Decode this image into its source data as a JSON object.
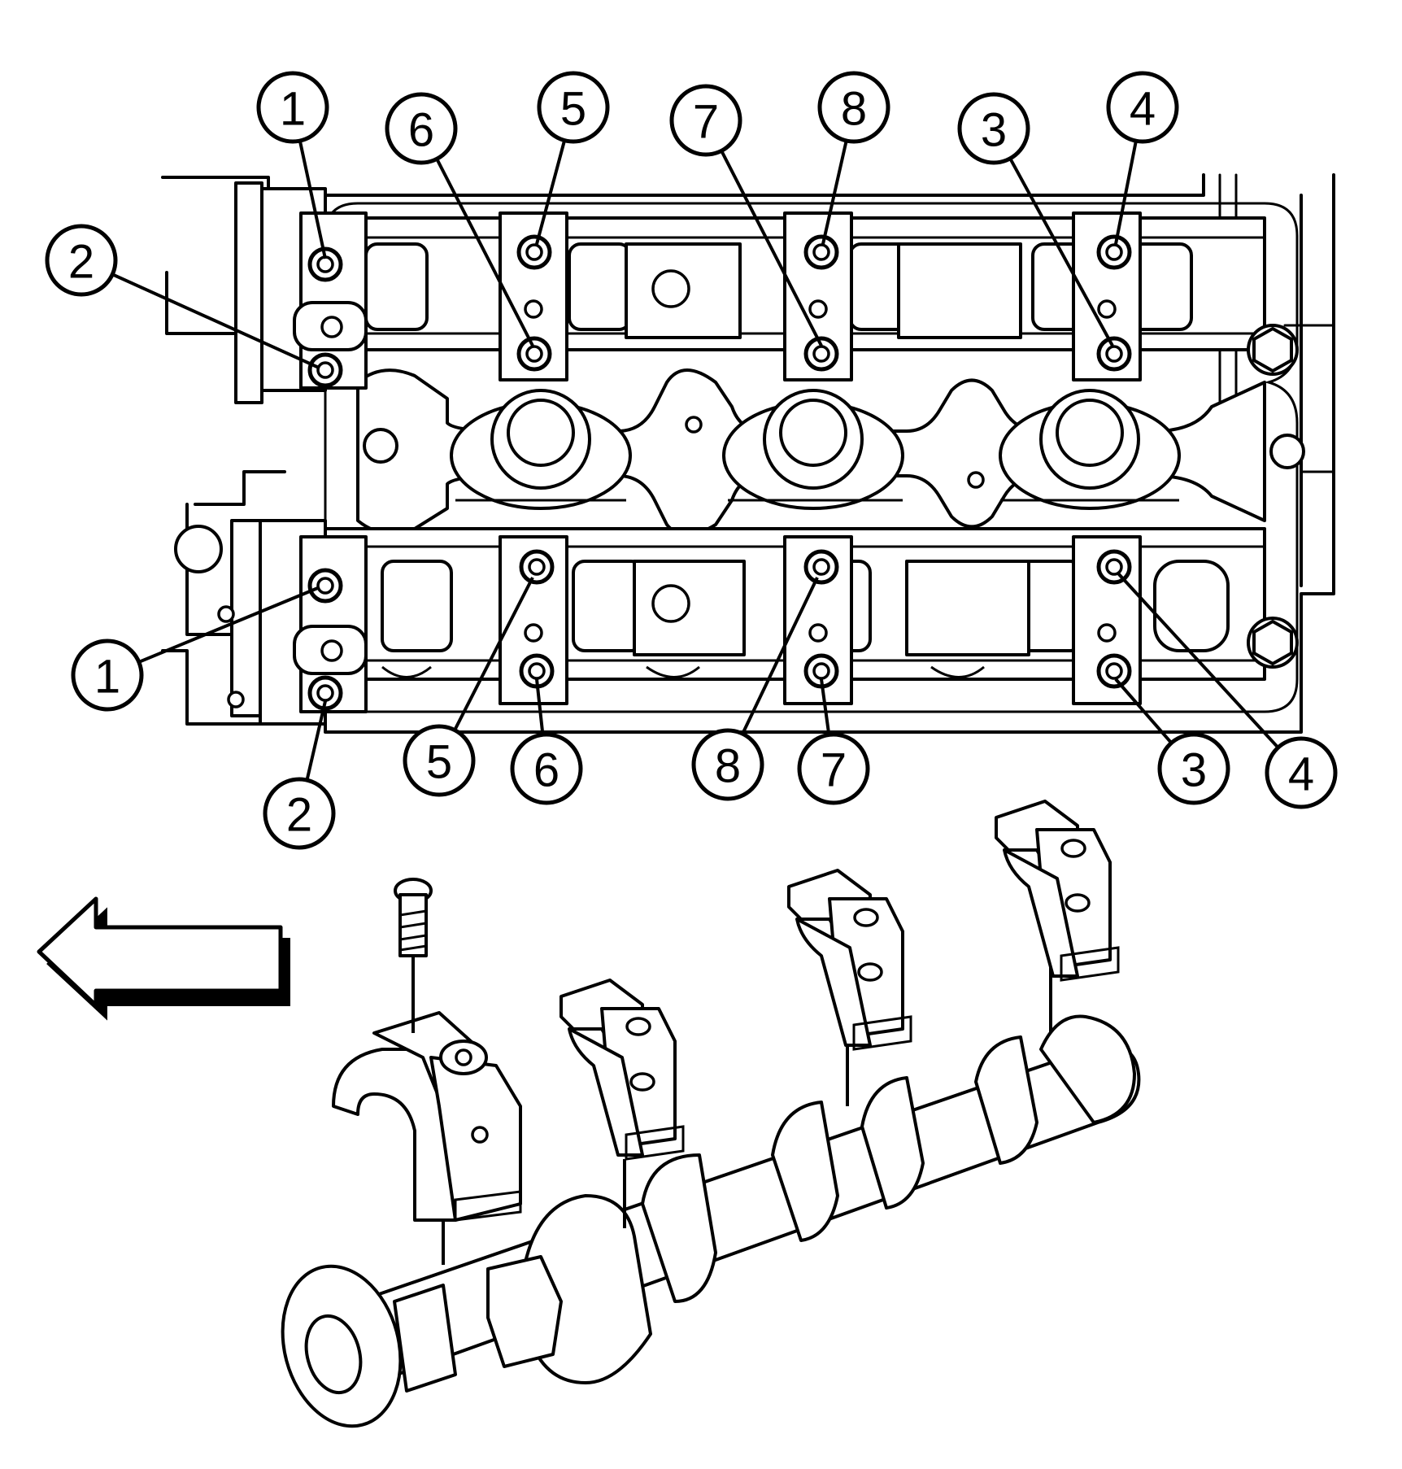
{
  "colors": {
    "ink": "#000000",
    "paper": "#ffffff"
  },
  "direction_arrow": {
    "icon": "arrow-left-icon"
  },
  "callouts": {
    "upper": [
      "1",
      "2",
      "6",
      "5",
      "7",
      "8",
      "3",
      "4"
    ],
    "lower": [
      "1",
      "2",
      "5",
      "6",
      "8",
      "7",
      "3",
      "4"
    ]
  }
}
